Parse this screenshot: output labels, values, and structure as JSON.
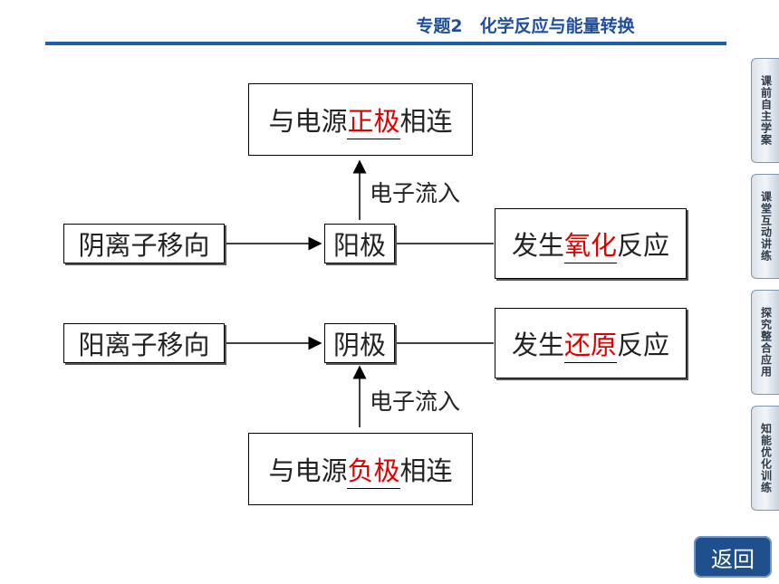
{
  "header": {
    "title": "专题2　化学反应与能量转换"
  },
  "diagram": {
    "anode": {
      "top_box": {
        "pre": "与电源",
        "red": "正极",
        "post": "相连"
      },
      "electron_label": "电子流入",
      "left_box": "阴离子移向",
      "center_box": "阳极",
      "right_box": {
        "pre": "发生",
        "red": "氧化",
        "post": "反应"
      }
    },
    "cathode": {
      "left_box": "阳离子移向",
      "center_box": "阴极",
      "right_box": {
        "pre": "发生",
        "red": "还原",
        "post": "反应"
      },
      "electron_label": "电子流入",
      "bottom_box": {
        "pre": "与电源",
        "red": "负极",
        "post": "相连"
      }
    }
  },
  "side_nav": [
    {
      "label": "课前自主学案"
    },
    {
      "label": "课堂互动讲练"
    },
    {
      "label": "探究整合应用"
    },
    {
      "label": "知能优化训练"
    }
  ],
  "back_button": {
    "label": "返回"
  },
  "colors": {
    "accent": "#1f4e9c",
    "highlight": "#e00000"
  }
}
